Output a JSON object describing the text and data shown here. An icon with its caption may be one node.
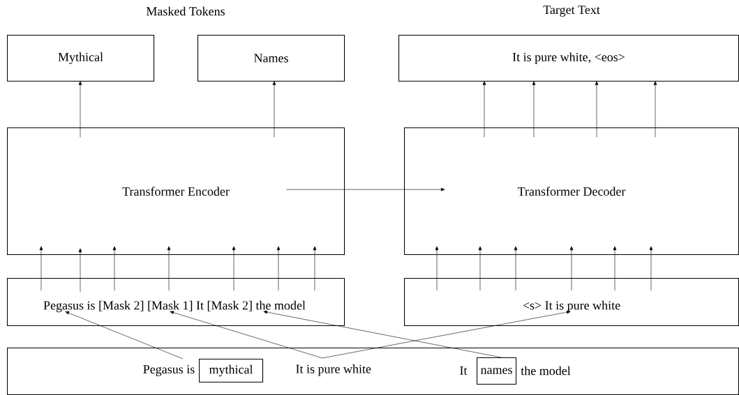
{
  "diagram": {
    "nodes": [
      {
        "text": [
          "Mythical"
        ]
      },
      {
        "text": [
          "Names"
        ]
      },
      {
        "text": [
          "It is pure white, <eos>"
        ]
      },
      {
        "text": [
          "Transformer Encoder"
        ]
      },
      {
        "text": [
          "Transformer Decoder"
        ]
      },
      {
        "text": [
          "Pegasus is [Mask 2] [Mask 1] It [Mask 2] the model"
        ]
      },
      {
        "text": [
          "<s> It is pure white"
        ]
      },
      {
        "text": [],
        "shape": "box"
      },
      {
        "text": [
          "mythical"
        ],
        "in": 7,
        "beside": [
          "Pegasus is"
        ]
      },
      {
        "text": [
          "It is pure white"
        ],
        "in": 7
      },
      {
        "text": [
          "names"
        ],
        "in": 7,
        "beside": [
          "It",
          "the model"
        ]
      }
    ],
    "edges": [
      {
        "from": 5,
        "to": 3,
        "arrow": "to"
      },
      {
        "from": 5,
        "to": 3,
        "arrow": "to"
      },
      {
        "from": 5,
        "to": 3,
        "arrow": "to"
      },
      {
        "from": 5,
        "to": 3,
        "arrow": "to"
      },
      {
        "from": 5,
        "to": 3,
        "arrow": "to"
      },
      {
        "from": 5,
        "to": 3,
        "arrow": "to"
      },
      {
        "from": 5,
        "to": 3,
        "arrow": "to"
      },
      {
        "from": 6,
        "to": 4,
        "arrow": "to"
      },
      {
        "from": 6,
        "to": 4,
        "arrow": "to"
      },
      {
        "from": 6,
        "to": 4,
        "arrow": "to"
      },
      {
        "from": 6,
        "to": 4,
        "arrow": "to"
      },
      {
        "from": 6,
        "to": 4,
        "arrow": "to"
      },
      {
        "from": 6,
        "to": 4,
        "arrow": "to"
      },
      {
        "from": 3,
        "to": 0,
        "arrow": "to"
      },
      {
        "from": 3,
        "to": 1,
        "arrow": "to"
      },
      {
        "from": 4,
        "to": 2,
        "arrow": "to"
      },
      {
        "from": 4,
        "to": 2,
        "arrow": "to"
      },
      {
        "from": 4,
        "to": 2,
        "arrow": "to"
      },
      {
        "from": 4,
        "to": 2,
        "arrow": "to"
      },
      {
        "from": 3,
        "to": 4,
        "arrow": "to"
      },
      {
        "from": 8,
        "to": 5,
        "arrow": "to"
      },
      {
        "from": 9,
        "to": 5,
        "arrow": "to"
      },
      {
        "from": 9,
        "to": 6,
        "arrow": "to"
      },
      {
        "from": 10,
        "to": 5,
        "arrow": "to"
      }
    ],
    "labels": [
      "Masked Tokens",
      "Target Text"
    ]
  }
}
